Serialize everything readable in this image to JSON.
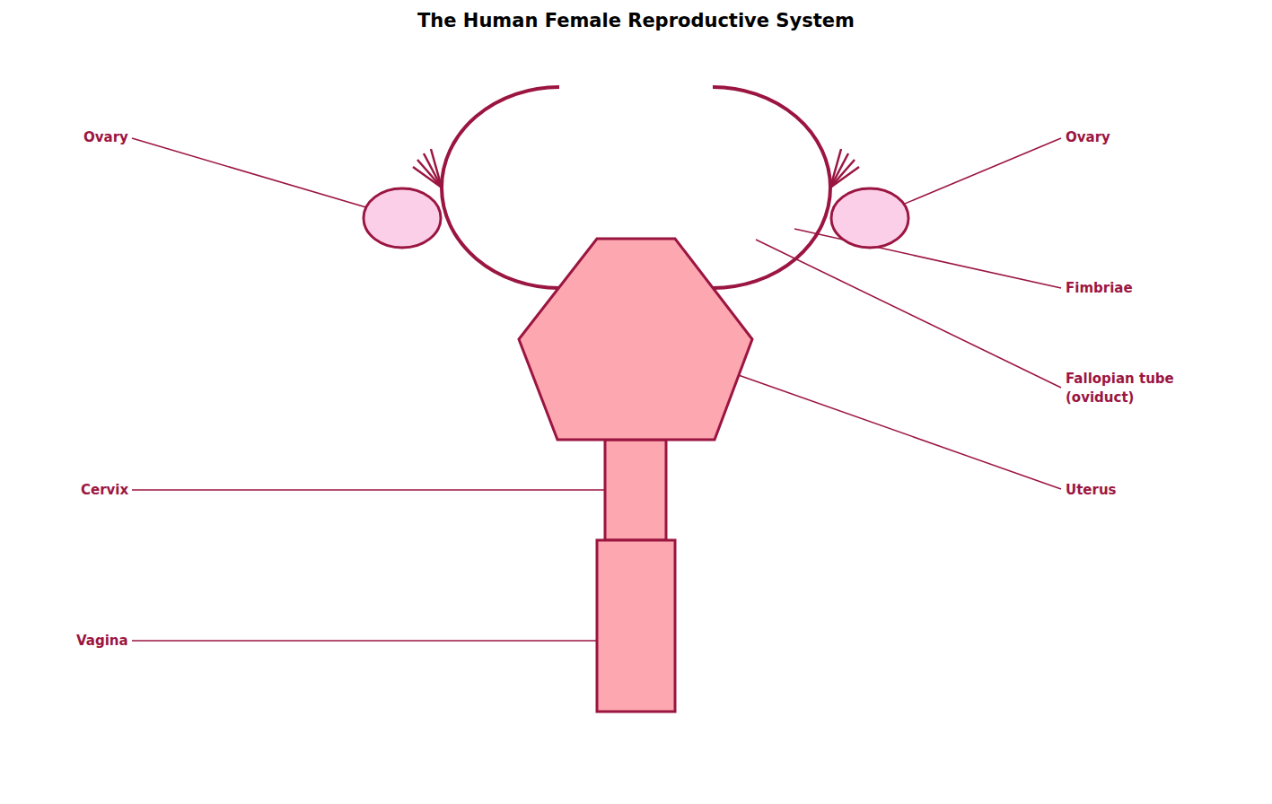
{
  "diagram": {
    "title": "The Human Female Reproductive System",
    "labels": [
      "Ovary",
      "Ovary",
      "Fimbriae",
      "Fallopian tube (oviduct)",
      "Uterus",
      "Cervix",
      "Vagina"
    ]
  }
}
